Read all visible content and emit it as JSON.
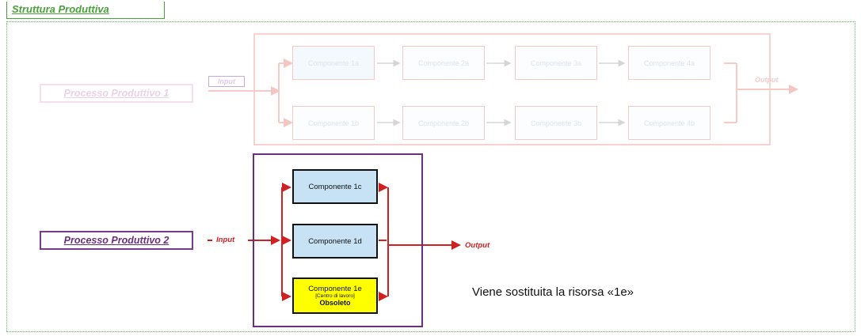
{
  "title": "Struttura Produttiva",
  "process1": {
    "label": "Processo Produttivo 1",
    "input_label": "Input",
    "output_label": "Output",
    "row_a": [
      "Componente 1a",
      "Componente 2a",
      "Componente 3a",
      "Componente 4a"
    ],
    "row_b": [
      "Componente 1b",
      "Componente 2b",
      "Componente 3b",
      "Componente 4b"
    ]
  },
  "process2": {
    "label": "Processo Produttivo 2",
    "input_label": "Input",
    "output_label": "Output",
    "components": [
      {
        "name": "Componente 1c"
      },
      {
        "name": "Componente 1d"
      },
      {
        "name": "Componente 1e",
        "sub": "[Centro di lavoro]",
        "status": "Obsoleto"
      }
    ]
  },
  "note": "Viene sostituita la risorsa «1e»",
  "colors": {
    "green": "#4aa03a",
    "purple": "#6a2f80",
    "red": "#d02020",
    "faded_red": "#f8d3ce",
    "component_blue": "#c6e2f4",
    "obsolete_yellow": "#ffff00"
  }
}
